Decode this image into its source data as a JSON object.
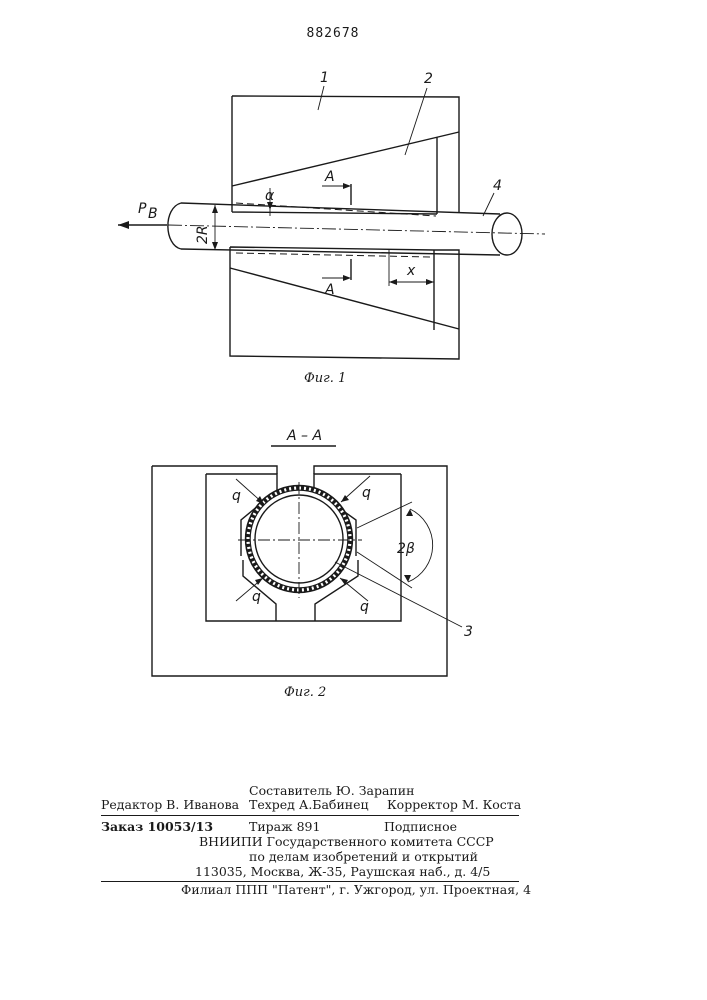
{
  "patent_number": "882678",
  "figure1": {
    "caption": "Фиг. 1",
    "part_labels": [
      "1",
      "2",
      "4"
    ],
    "force_label": "P",
    "force_subscript": "B",
    "radius_label": "2R",
    "angle_label": "α",
    "section_label_top": "A",
    "section_label_bottom": "A",
    "offset_label": "x"
  },
  "figure2": {
    "section_title": "A – A",
    "caption": "Фиг. 2",
    "load_labels": [
      "q",
      "q",
      "q",
      "q"
    ],
    "angle_label": "2β",
    "part_label": "3"
  },
  "imprint": {
    "compiler": "Составитель Ю. Зарапин",
    "editor": "Редактор В. Иванова",
    "tech_editor": "Техред А.Бабинец",
    "proofreader": "Корректор М. Коста",
    "order": "Заказ 10053/13",
    "circulation": "Тираж 891",
    "subscription": "Подписное",
    "institute": "ВНИИПИ Государственного комитета СССР",
    "committee": "по делам изобретений и открытий",
    "address": "113035, Москва, Ж-35, Раушская наб., д. 4/5",
    "branch": "Филиал ППП \"Патент\", г. Ужгород, ул. Проектная, 4"
  }
}
